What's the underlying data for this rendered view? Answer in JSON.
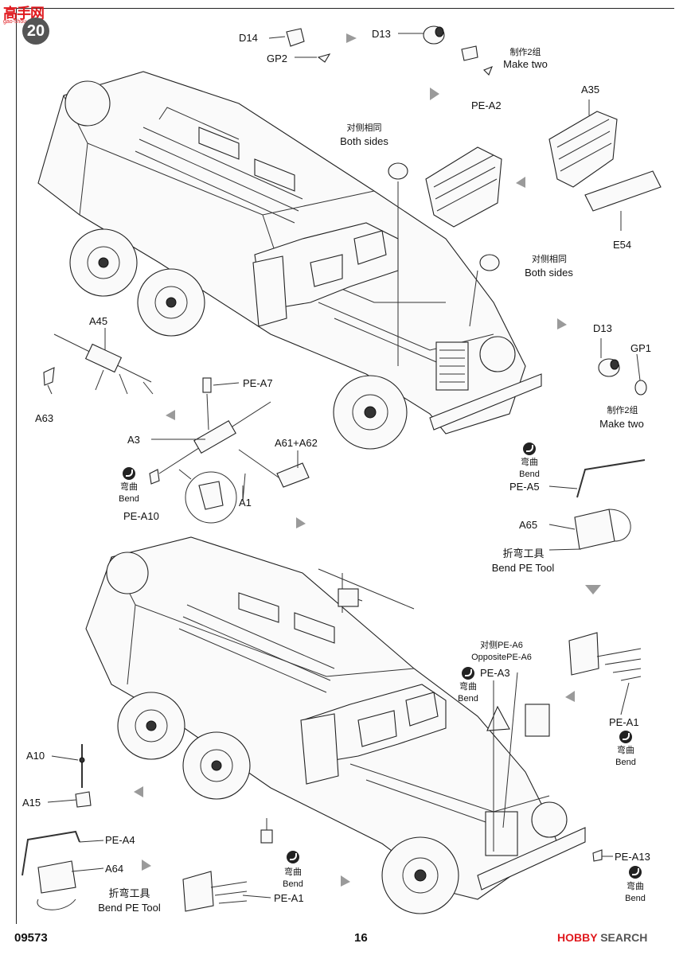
{
  "watermark": {
    "logo": "高手网",
    "sub": "gao-shou.com"
  },
  "step_number": "20",
  "labels": {
    "d14": "D14",
    "gp2": "GP2",
    "d13_top": "D13",
    "make_two_cn_1": "制作2组",
    "make_two_en_1": "Make two",
    "pe_a2": "PE-A2",
    "a35": "A35",
    "e54": "E54",
    "both_sides_cn_1": "对侧相同",
    "both_sides_en_1": "Both sides",
    "both_sides_cn_2": "对侧相同",
    "both_sides_en_2": "Both sides",
    "d13_right": "D13",
    "gp1": "GP1",
    "make_two_cn_2": "制作2组",
    "make_two_en_2": "Make two",
    "a45": "A45",
    "a63": "A63",
    "pe_a7": "PE-A7",
    "a3": "A3",
    "a61_a62": "A61+A62",
    "a1": "A1",
    "bend_cn_1": "弯曲",
    "bend_en_1": "Bend",
    "pe_a10": "PE-A10",
    "bend_cn_2": "弯曲",
    "bend_en_2": "Bend",
    "pe_a5": "PE-A5",
    "a65": "A65",
    "tool_cn_1": "折弯工具",
    "tool_en_1": "Bend PE Tool",
    "opposite_cn": "对侧PE-A6",
    "opposite_en": "OppositePE-A6",
    "pe_a3": "PE-A3",
    "bend_cn_3": "弯曲",
    "bend_en_3": "Bend",
    "pe_a1_right": "PE-A1",
    "bend_cn_4": "弯曲",
    "bend_en_4": "Bend",
    "a10": "A10",
    "a15": "A15",
    "pe_a4": "PE-A4",
    "a64": "A64",
    "tool_cn_2": "折弯工具",
    "tool_en_2": "Bend PE Tool",
    "bend_cn_5": "弯曲",
    "bend_en_5": "Bend",
    "pe_a1_bottom": "PE-A1",
    "pe_a13": "PE-A13",
    "bend_cn_6": "弯曲",
    "bend_en_6": "Bend"
  },
  "footer": {
    "kit_number": "09573",
    "page_number": "16",
    "brand": "HOBBY",
    "brand_suffix": "SEARCH"
  }
}
